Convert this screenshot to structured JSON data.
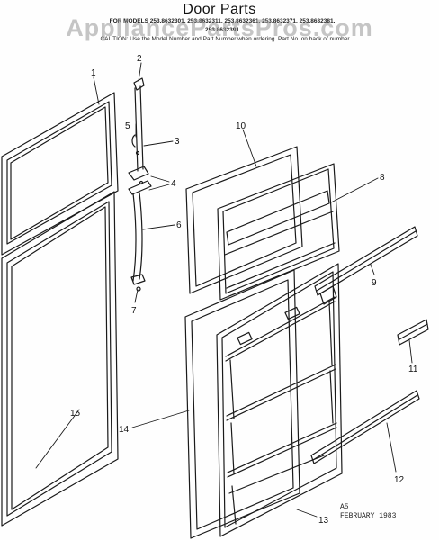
{
  "title": "Door Parts",
  "models_line": "FOR MODELS 253.8632301, 253.8632311, 253.8632361, 253.8632371, 253.8632381,",
  "models_line2": "253.8632391",
  "caution_line": "CAUTION: Use the Model Number and Part Number when ordering. Part No. on back of number",
  "watermark": "AppliancePartsPros.com",
  "callouts": [
    "1",
    "2",
    "3",
    "4",
    "5",
    "6",
    "7",
    "8",
    "9",
    "10",
    "11",
    "12",
    "13",
    "14",
    "15"
  ],
  "date_code": "A5",
  "date_text": "FEBRUARY 1983"
}
